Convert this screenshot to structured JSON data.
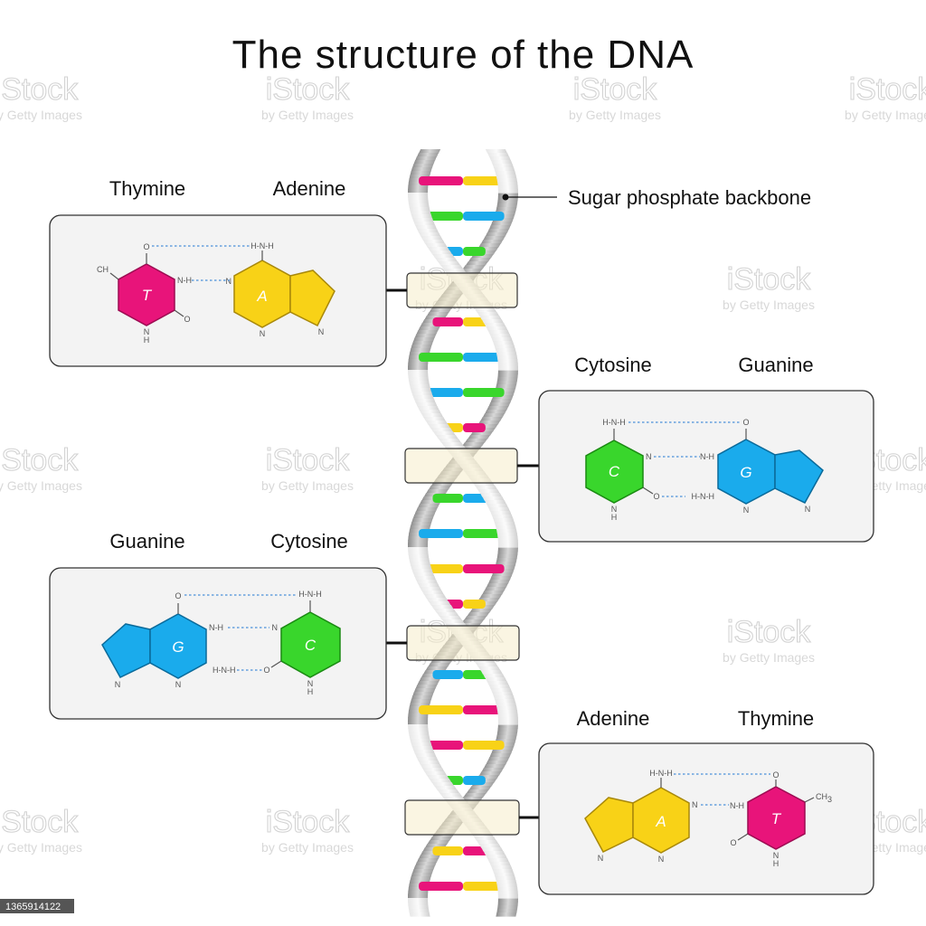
{
  "title": "The structure of the DNA",
  "backbone_label": "Sugar phosphate backbone",
  "pairs": [
    {
      "left_name": "Thymine",
      "right_name": "Adenine",
      "left_letter": "T",
      "right_letter": "A"
    },
    {
      "left_name": "Cytosine",
      "right_name": "Guanine",
      "left_letter": "C",
      "right_letter": "G"
    },
    {
      "left_name": "Guanine",
      "right_name": "Cytosine",
      "left_letter": "G",
      "right_letter": "C"
    },
    {
      "left_name": "Adenine",
      "right_name": "Thymine",
      "left_letter": "A",
      "right_letter": "T"
    }
  ],
  "atoms": {
    "nitrogen": "N",
    "oxygen": "O",
    "amine": "H-N-H",
    "imine": "N-H",
    "methyl": "CH",
    "methyl_sub": "3",
    "hydrogen": "H"
  },
  "colors": {
    "thymine": "#e8147a",
    "adenine": "#f8d217",
    "cytosine": "#39d62c",
    "guanine": "#1aabec",
    "box_fill": "#f3f3f3",
    "hbond": "#4a90d9",
    "backbone": "#d4d4d4"
  },
  "watermark": {
    "logo": "iStock",
    "sub": "by Getty Images"
  },
  "stock_id": "1365914122"
}
